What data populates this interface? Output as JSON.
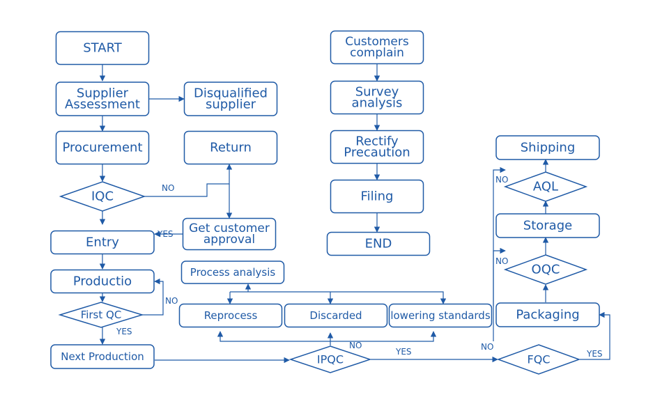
{
  "colors": {
    "stroke": "#1f5aa6",
    "text": "#1f5aa6",
    "background": "#ffffff"
  },
  "nodes": {
    "start": [
      "START"
    ],
    "supplier_assessment": [
      "Supplier",
      "Assessment"
    ],
    "disqualified_supplier": [
      "Disqualified",
      "supplier"
    ],
    "procurement": [
      "Procurement"
    ],
    "return": [
      "Return"
    ],
    "iqc": [
      "IQC"
    ],
    "get_customer_approval": [
      "Get customer",
      "approval"
    ],
    "entry": [
      "Entry"
    ],
    "productio": [
      "Productio"
    ],
    "first_qc": [
      "First QC"
    ],
    "next_production": [
      "Next Production"
    ],
    "process_analysis": [
      "Process analysis"
    ],
    "reprocess": [
      "Reprocess"
    ],
    "discarded": [
      "Discarded"
    ],
    "lowering_standards": [
      "lowering standards"
    ],
    "ipqc": [
      "IPQC"
    ],
    "customers_complain": [
      "Customers",
      "complain"
    ],
    "survey_analysis": [
      "Survey",
      "analysis"
    ],
    "rectify_precaution": [
      "Rectify",
      "Precaution"
    ],
    "filing": [
      "Filing"
    ],
    "end": [
      "END"
    ],
    "shipping": [
      "Shipping"
    ],
    "aql": [
      "AQL"
    ],
    "storage": [
      "Storage"
    ],
    "oqc": [
      "OQC"
    ],
    "packaging": [
      "Packaging"
    ],
    "fqc": [
      "FQC"
    ]
  },
  "edge_labels": {
    "iqc_no": "NO",
    "approval_yes": "YES",
    "first_qc_no": "NO",
    "first_qc_yes": "YES",
    "ipqc_no": "NO",
    "ipqc_yes": "YES",
    "fqc_no": "NO",
    "fqc_yes": "YES",
    "aql_no": "NO",
    "oqc_no": "NO"
  }
}
